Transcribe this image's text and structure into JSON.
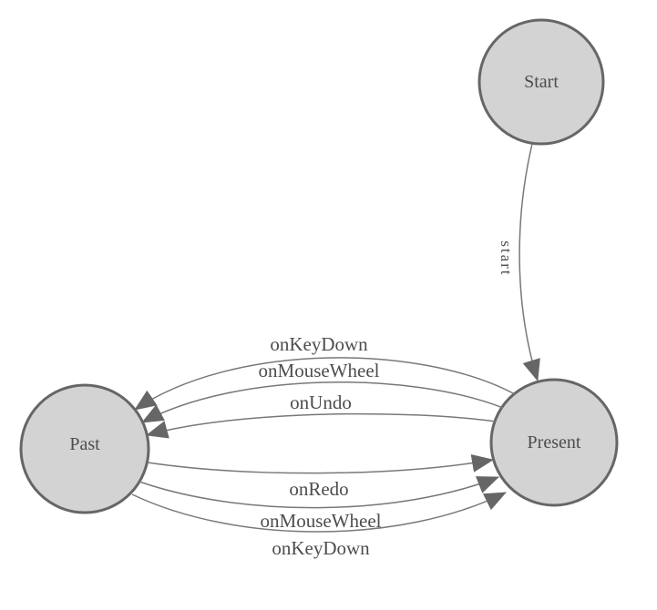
{
  "diagram": {
    "type": "state-machine-graph",
    "nodes": [
      {
        "id": "Start",
        "label": "Start"
      },
      {
        "id": "Present",
        "label": "Present"
      },
      {
        "id": "Past",
        "label": "Past"
      }
    ],
    "edges": [
      {
        "from": "Start",
        "to": "Present",
        "label": "start"
      },
      {
        "from": "Present",
        "to": "Past",
        "label": "onKeyDown"
      },
      {
        "from": "Present",
        "to": "Past",
        "label": "onMouseWheel"
      },
      {
        "from": "Present",
        "to": "Past",
        "label": "onUndo"
      },
      {
        "from": "Past",
        "to": "Present",
        "label": "onRedo"
      },
      {
        "from": "Past",
        "to": "Present",
        "label": "onMouseWheel"
      },
      {
        "from": "Past",
        "to": "Present",
        "label": "onKeyDown"
      }
    ],
    "colors": {
      "background": "#ffffff",
      "node_fill": "#d3d3d3",
      "node_stroke": "#666666",
      "edge_stroke": "#787878",
      "arrow_fill": "#666666",
      "label_text": "#4d4d4d"
    }
  }
}
